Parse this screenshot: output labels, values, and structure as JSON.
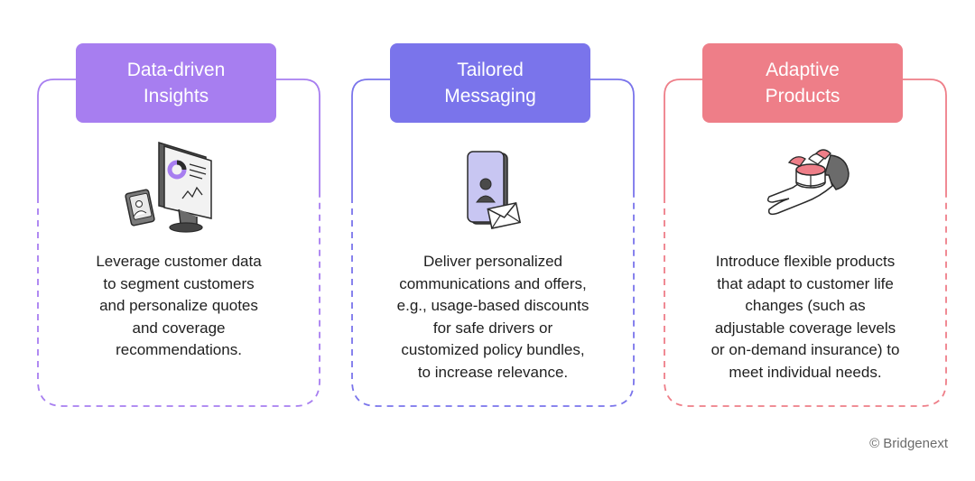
{
  "cards": [
    {
      "title": "Data-driven\nInsights",
      "description": "Leverage customer data\nto segment customers\nand personalize quotes\nand coverage\nrecommendations.",
      "color": "#a77ef0",
      "illustration": "monitor-dashboard-icon"
    },
    {
      "title": "Tailored\nMessaging",
      "description": "Deliver personalized\ncommunications and offers,\ne.g., usage-based discounts\nfor safe drivers or\ncustomized policy bundles,\nto increase relevance.",
      "color": "#7a74eb",
      "illustration": "phone-envelope-icon"
    },
    {
      "title": "Adaptive\nProducts",
      "description": "Introduce flexible products\nthat adapt to customer life\nchanges (such as\nadjustable coverage levels\nor on-demand insurance) to\nmeet individual needs.",
      "color": "#ee7e88",
      "illustration": "hand-gift-icon"
    }
  ],
  "footer": {
    "copyright": "© Bridgenext"
  }
}
